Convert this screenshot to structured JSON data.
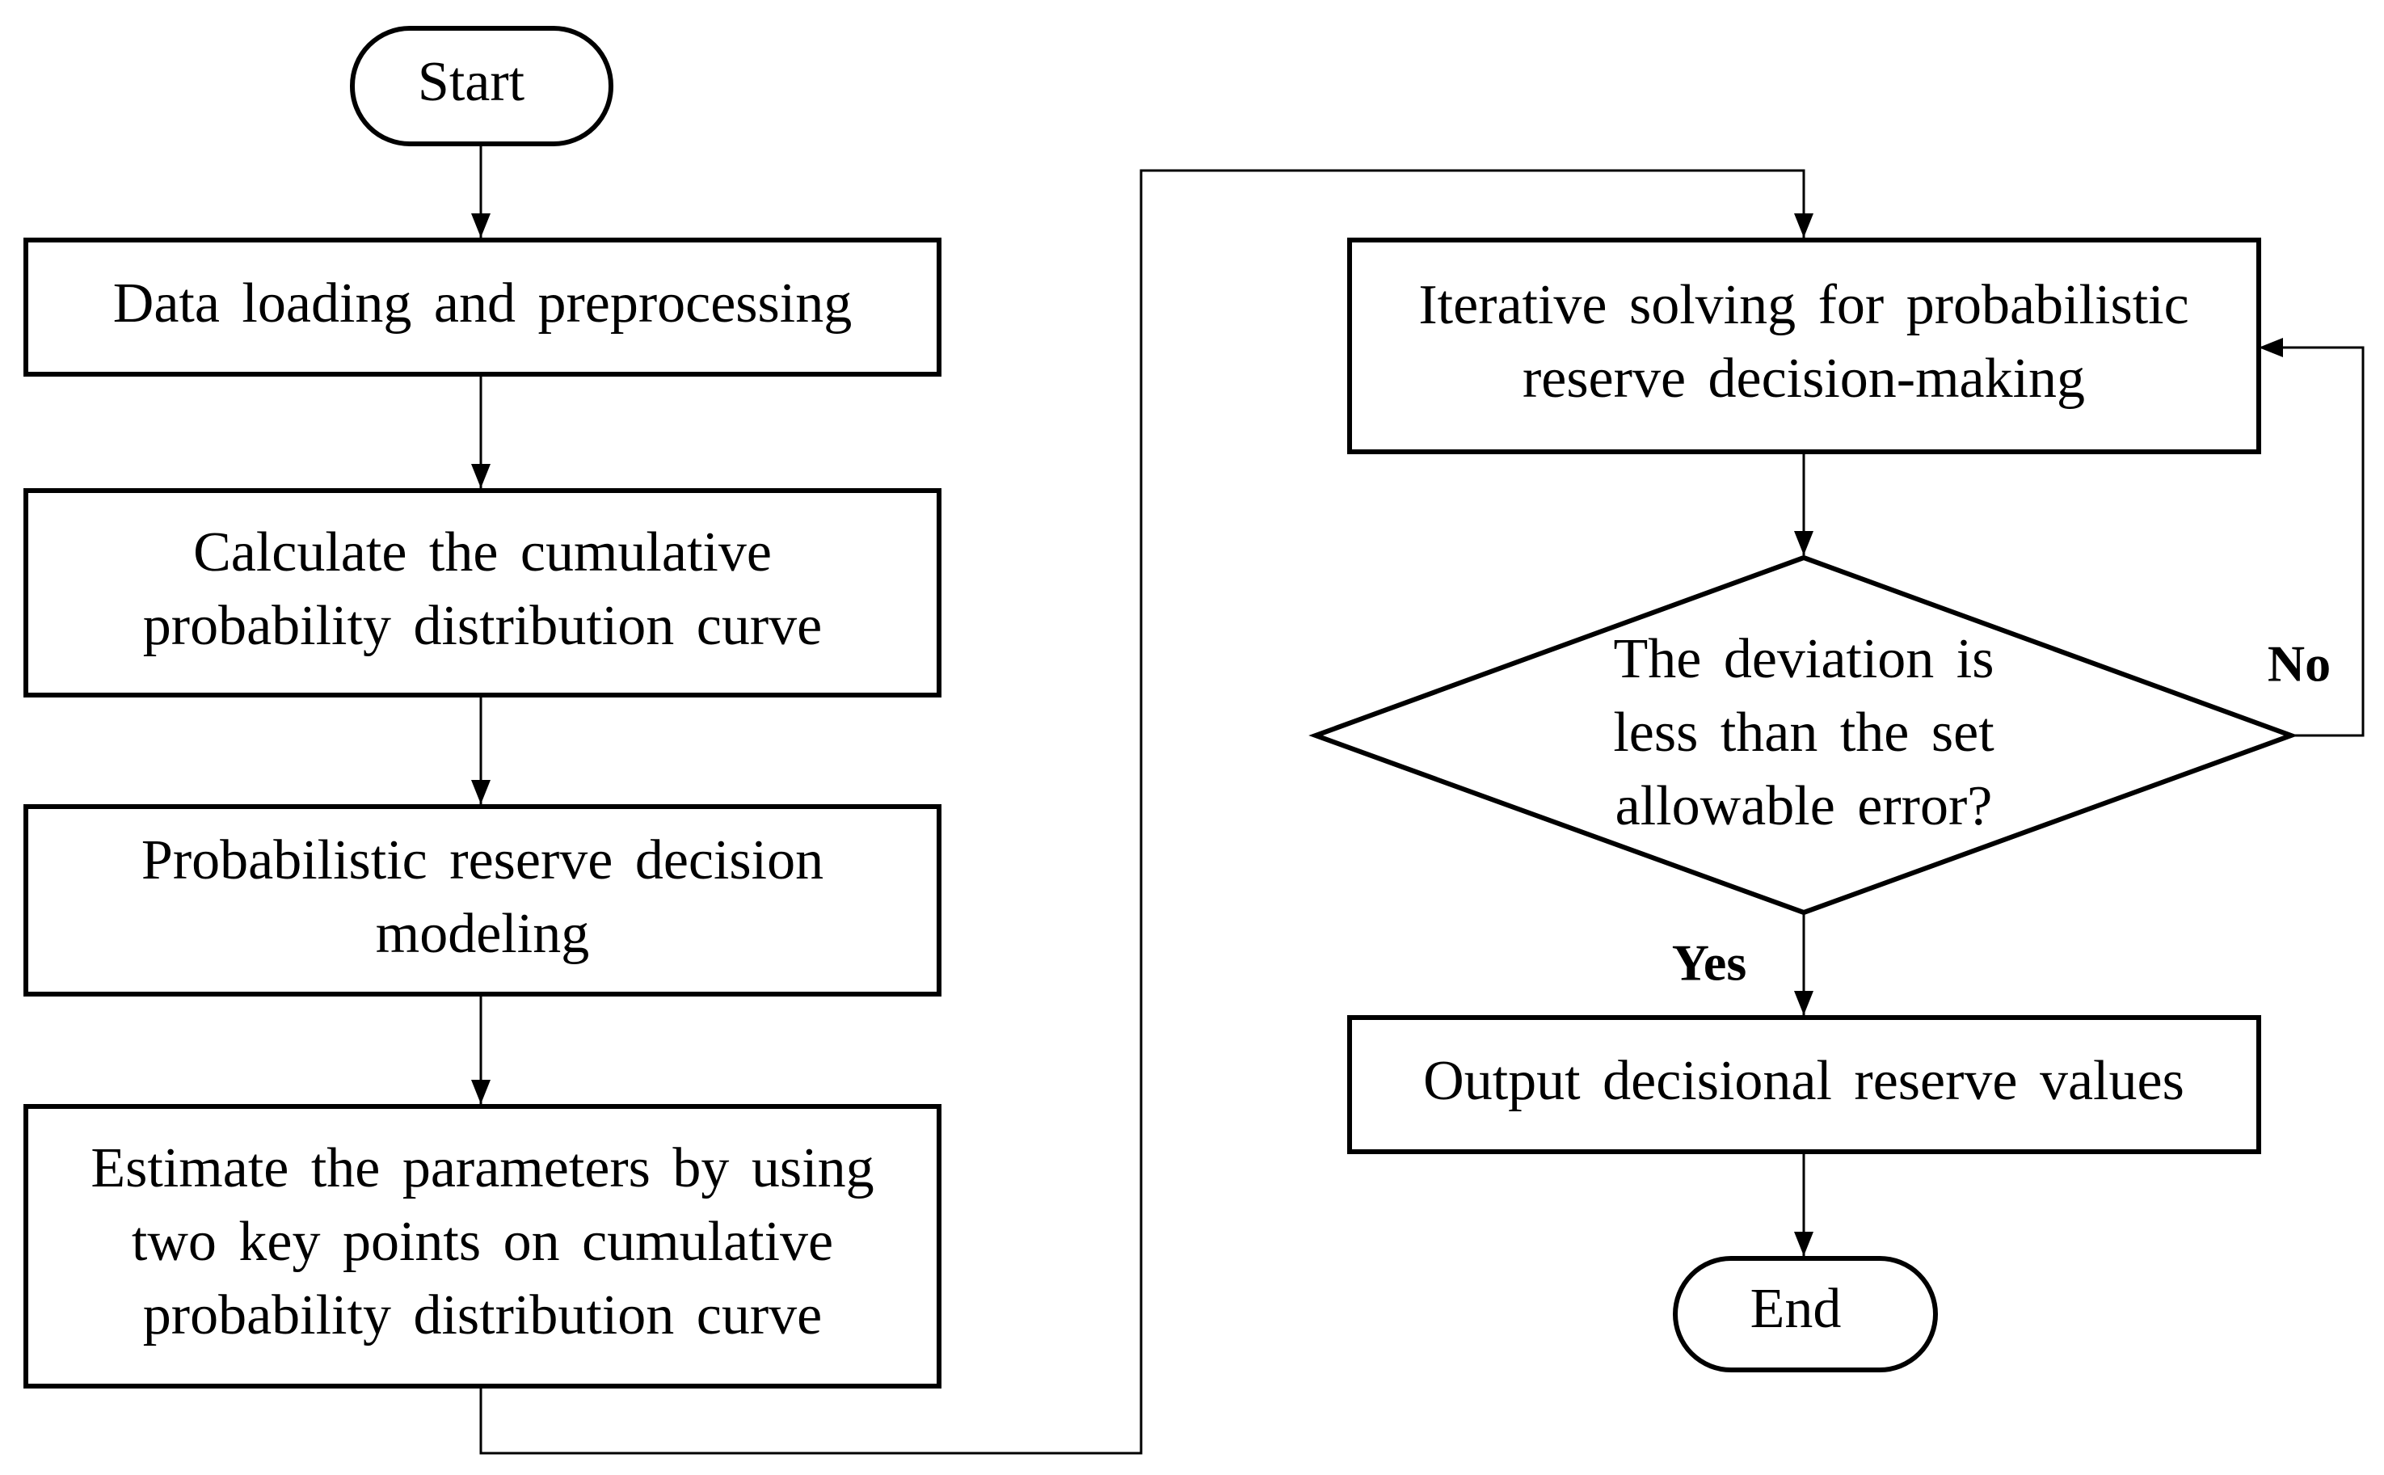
{
  "flowchart": {
    "start": {
      "label": "Start"
    },
    "data_loading": {
      "lines": [
        "Data loading and preprocessing"
      ]
    },
    "calculate_curve": {
      "lines": [
        "Calculate the cumulative",
        "probability distribution curve"
      ]
    },
    "reserve_modeling": {
      "lines": [
        "Probabilistic reserve decision",
        "modeling"
      ]
    },
    "estimate_parameters": {
      "lines": [
        "Estimate the parameters by using",
        "two key points on cumulative",
        "probability distribution curve"
      ]
    },
    "iterative_solving": {
      "lines": [
        "Iterative solving for probabilistic",
        "reserve decision-making"
      ]
    },
    "deviation_check": {
      "lines": [
        "The deviation is",
        "less than the set",
        "allowable error?"
      ]
    },
    "output_values": {
      "lines": [
        "Output decisional reserve values"
      ]
    },
    "end": {
      "label": "End"
    },
    "edge_labels": {
      "no": "No",
      "yes": "Yes"
    }
  }
}
